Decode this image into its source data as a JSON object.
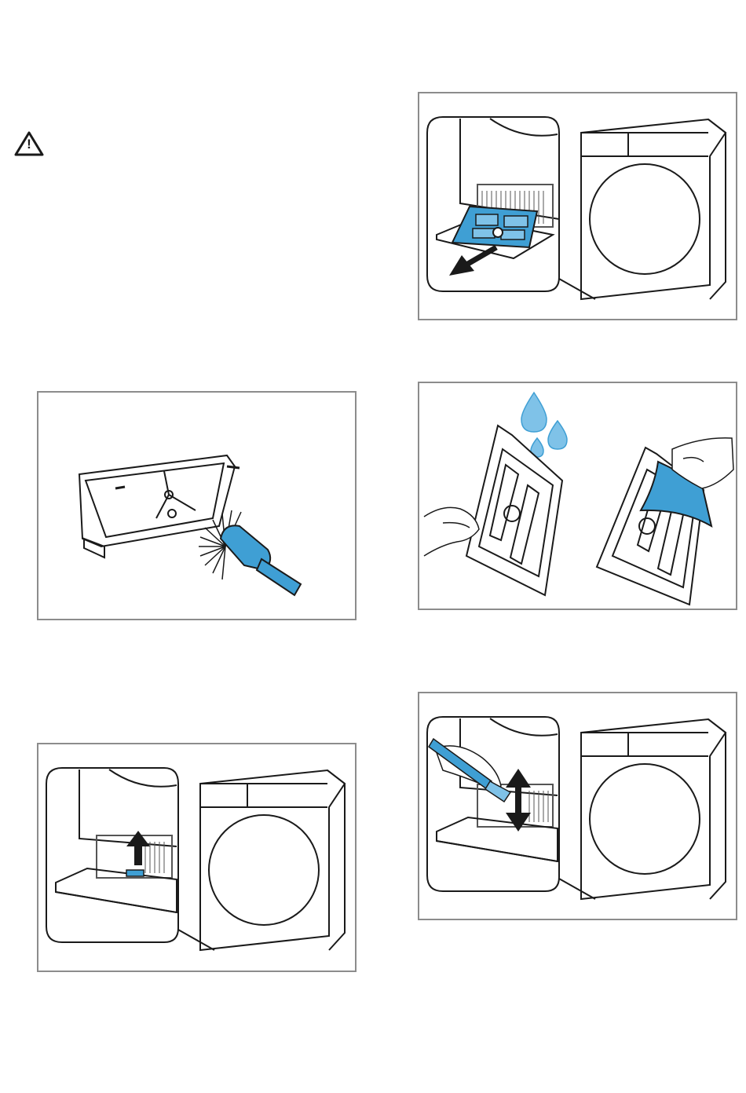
{
  "warning": {
    "icon": "warning-triangle-icon",
    "glyph": "!"
  },
  "colors": {
    "accent": "#3f9fd4",
    "accent_light": "#7fc2e8",
    "frame_border": "#8c8c8c",
    "line": "#1a1a1a"
  },
  "panels": [
    {
      "step": "pull-out-filter",
      "icon": "filter-pull-out-icon"
    },
    {
      "step": "brush-filter-frame",
      "icon": "brush-icon"
    },
    {
      "step": "rinse-and-dry-filter",
      "icon": "water-drops-icon"
    },
    {
      "step": "insert-filter",
      "icon": "up-arrow-icon"
    },
    {
      "step": "brush-heat-exchanger",
      "icon": "up-down-arrow-icon"
    }
  ]
}
